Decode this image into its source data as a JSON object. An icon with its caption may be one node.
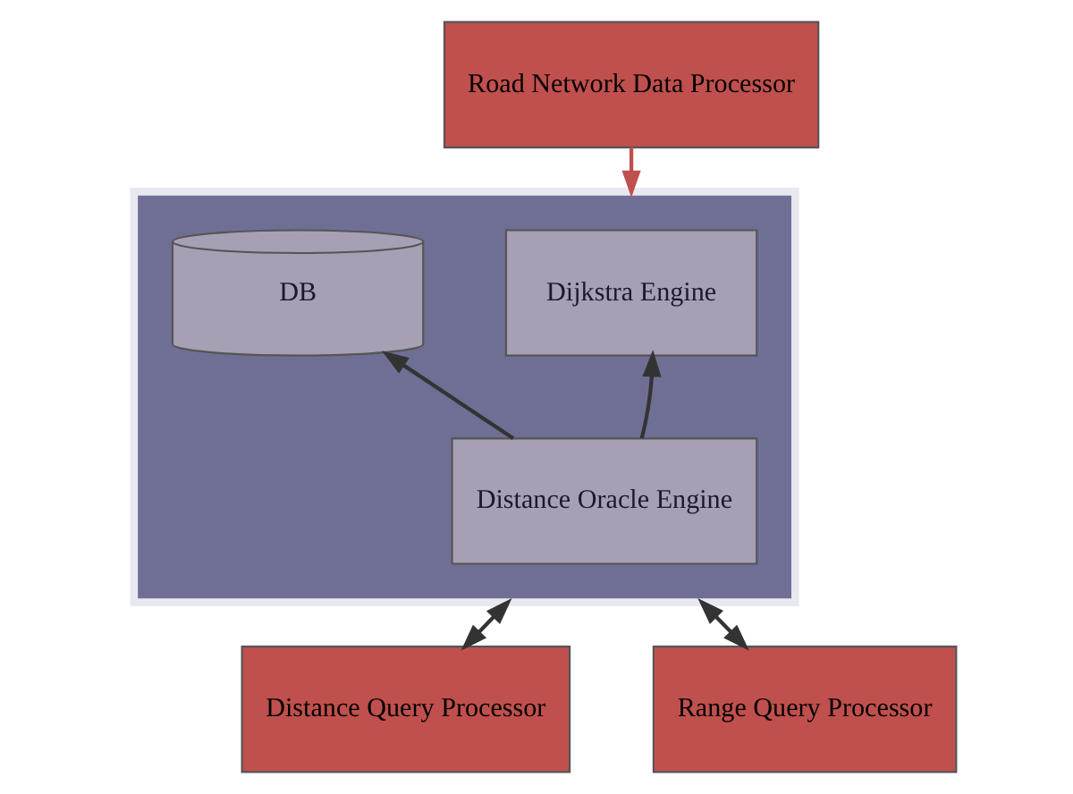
{
  "diagram": {
    "nodes": [
      {
        "text": [
          "Road Network Data Processor"
        ]
      },
      {
        "text": [],
        "shape": "box"
      },
      {
        "text": [
          "Dijkstra Engine"
        ],
        "in": 1
      },
      {
        "text": [
          "Distance Oracle Engine"
        ],
        "in": 1
      },
      {
        "text": [
          "DB"
        ],
        "in": 1
      },
      {
        "text": [
          "Distance Query Processor"
        ]
      },
      {
        "text": [
          "Range Query Processor"
        ]
      }
    ],
    "edges": [
      {
        "from": 0,
        "to": 1,
        "arrow": "to",
        "color": "#c0504d"
      },
      {
        "from": 3,
        "to": 2,
        "arrow": "to"
      },
      {
        "from": 3,
        "to": 4,
        "arrow": "to"
      },
      {
        "from": 1,
        "to": 5,
        "arrow": "both"
      },
      {
        "from": 1,
        "to": 6,
        "arrow": "both"
      }
    ]
  }
}
